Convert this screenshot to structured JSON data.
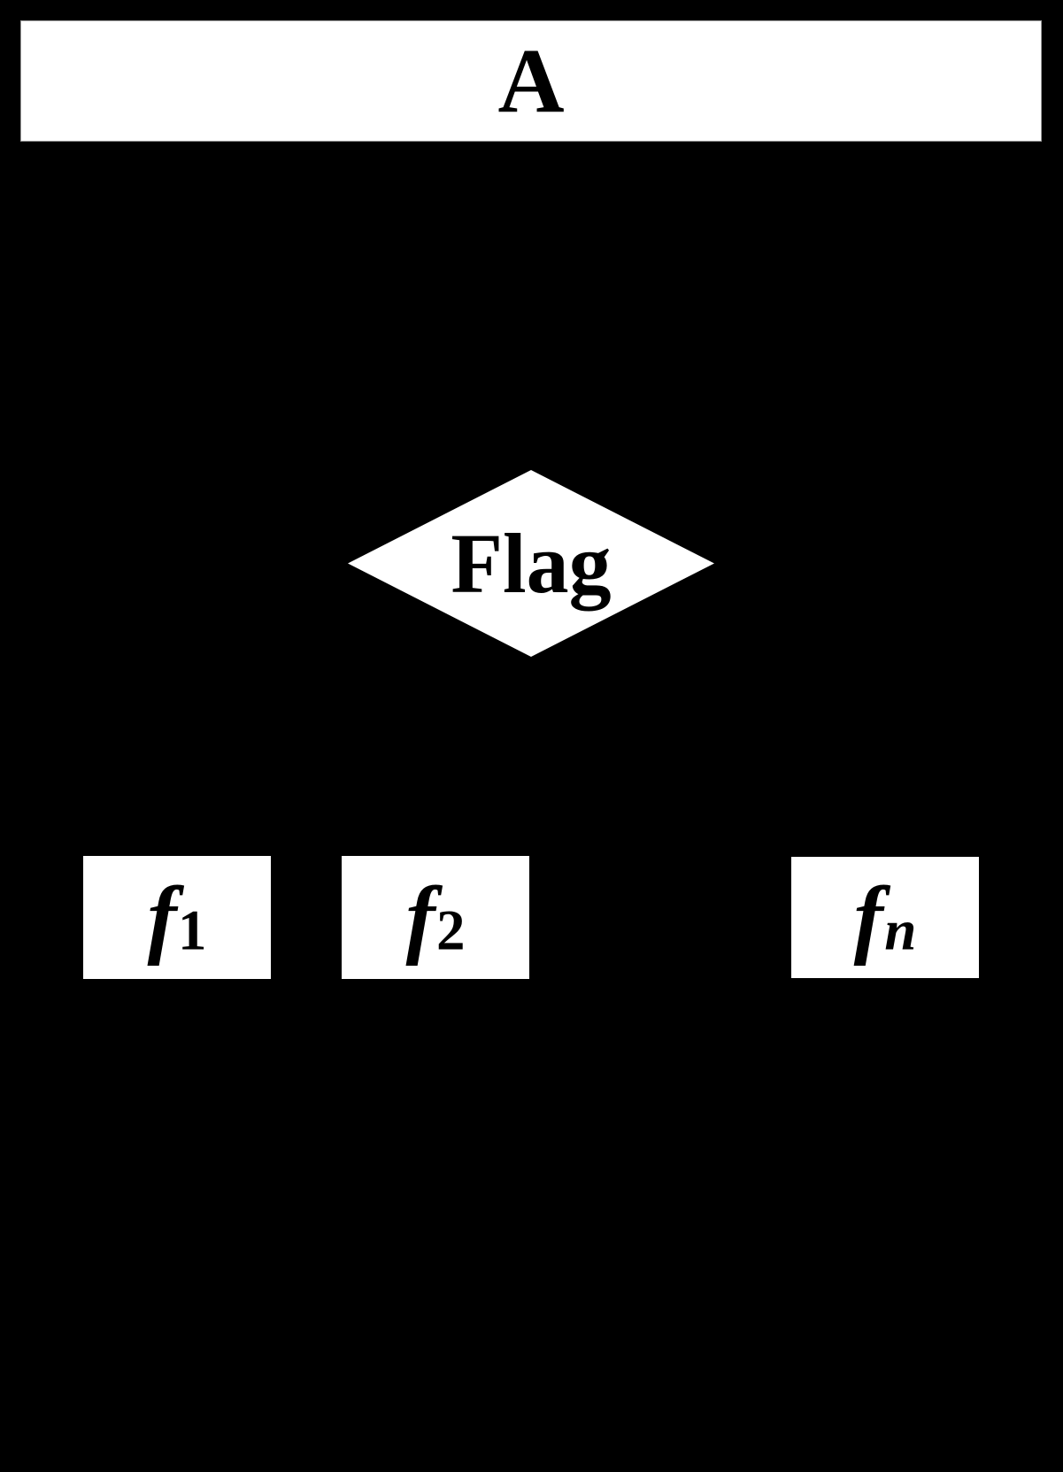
{
  "diagram": {
    "type": "flowchart",
    "background_color": "#000000",
    "node_fill_color": "#ffffff",
    "node_text_color": "#000000",
    "node_border_color": "#9a9a9a",
    "nodes": {
      "root": {
        "label": "A",
        "shape": "rectangle"
      },
      "decision": {
        "label": "Flag",
        "shape": "diamond"
      },
      "branches": [
        {
          "base": "f",
          "sub": "1"
        },
        {
          "base": "f",
          "sub": "2"
        },
        {
          "base": "f",
          "sub": "n"
        }
      ]
    }
  }
}
